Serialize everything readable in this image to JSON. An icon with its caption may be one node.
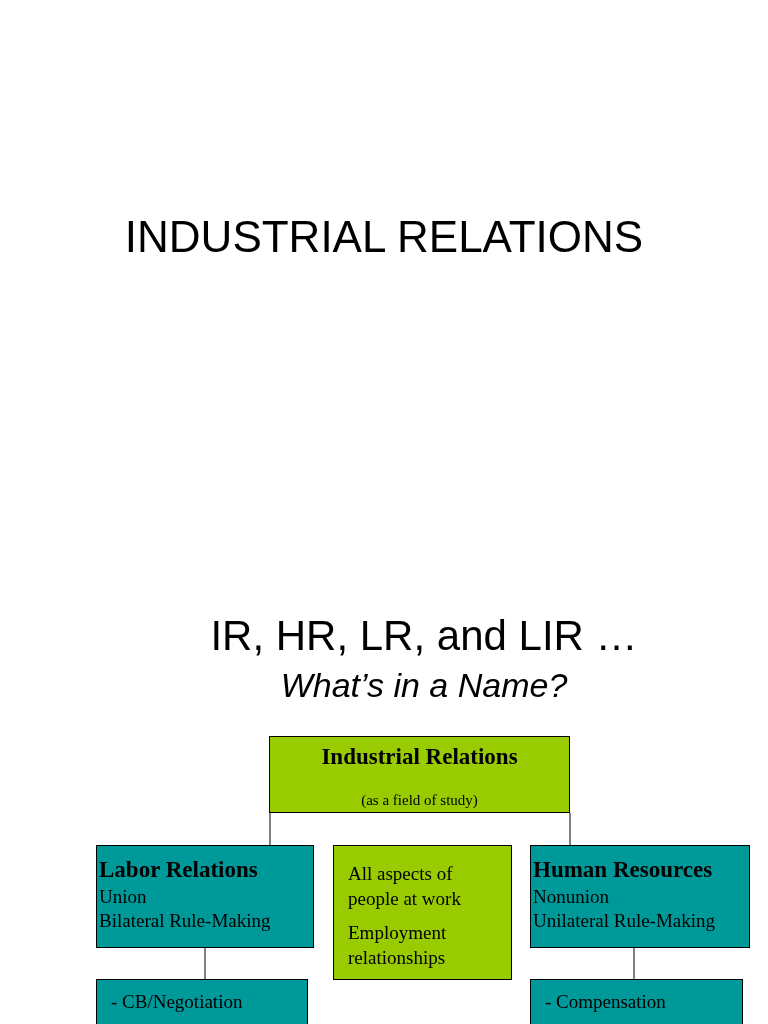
{
  "diagram": {
    "title": "INDUSTRIAL RELATIONS",
    "nodes": [
      {
        "text": [
          "Industrial Relations",
          "(as a field of study)"
        ]
      },
      {
        "text": [
          "Labor Relations",
          "Union",
          "Bilateral Rule-Making"
        ]
      },
      {
        "text": [
          "All aspects of people at work",
          "Employment relationships"
        ]
      },
      {
        "text": [
          "Human Resources",
          "Nonunion",
          "Unilateral Rule-Making"
        ]
      },
      {
        "text": [
          "- CB/Negotiation"
        ]
      },
      {
        "text": [
          "- Compensation"
        ]
      }
    ],
    "edges": [
      {
        "from": 0,
        "to": 1,
        "arrow": "none"
      },
      {
        "from": 0,
        "to": 3,
        "arrow": "none"
      },
      {
        "from": 1,
        "to": 4,
        "arrow": "none"
      },
      {
        "from": 3,
        "to": 5,
        "arrow": "none"
      }
    ],
    "labels": [
      "IR, HR, LR, and LIR …",
      "What’s in a Name?"
    ]
  }
}
